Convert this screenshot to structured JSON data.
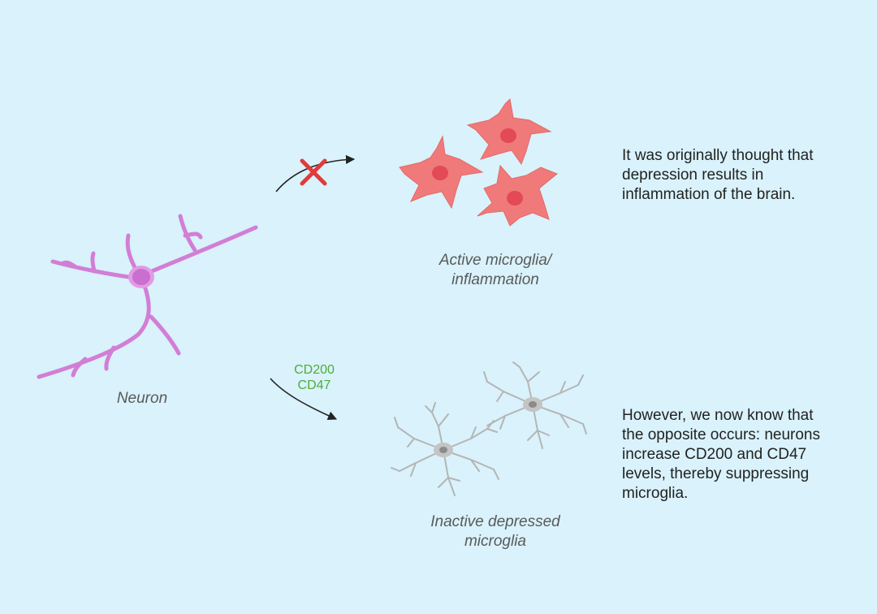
{
  "neuron": {
    "label": "Neuron",
    "color": "#d27ed6",
    "body_color": "#c96fcf"
  },
  "active_microglia": {
    "caption_lines": [
      "Active microglia/",
      "inflammation"
    ],
    "color": "#f07a7a",
    "nucleus_color": "#e34a55"
  },
  "inactive_microglia": {
    "caption_lines": [
      "Inactive depressed",
      "microglia"
    ],
    "color": "#b5b5b5",
    "nucleus_color": "#8b8b8b"
  },
  "signals": {
    "lines": [
      "CD200",
      "CD47"
    ],
    "color": "#4cae3b"
  },
  "blocked_arrow": {
    "icon": "red-x-icon",
    "color": "#e23a3a"
  },
  "notes": {
    "top_lines": [
      "It was originally thought that",
      "depression results in",
      "inflammation of the brain."
    ],
    "bottom_lines": [
      "However, we now know that",
      "the opposite occurs: neurons",
      "increase CD200 and CD47",
      "levels, thereby suppressing",
      "microglia."
    ]
  },
  "colors": {
    "background": "#d9f2fb",
    "arrow": "#222222"
  }
}
